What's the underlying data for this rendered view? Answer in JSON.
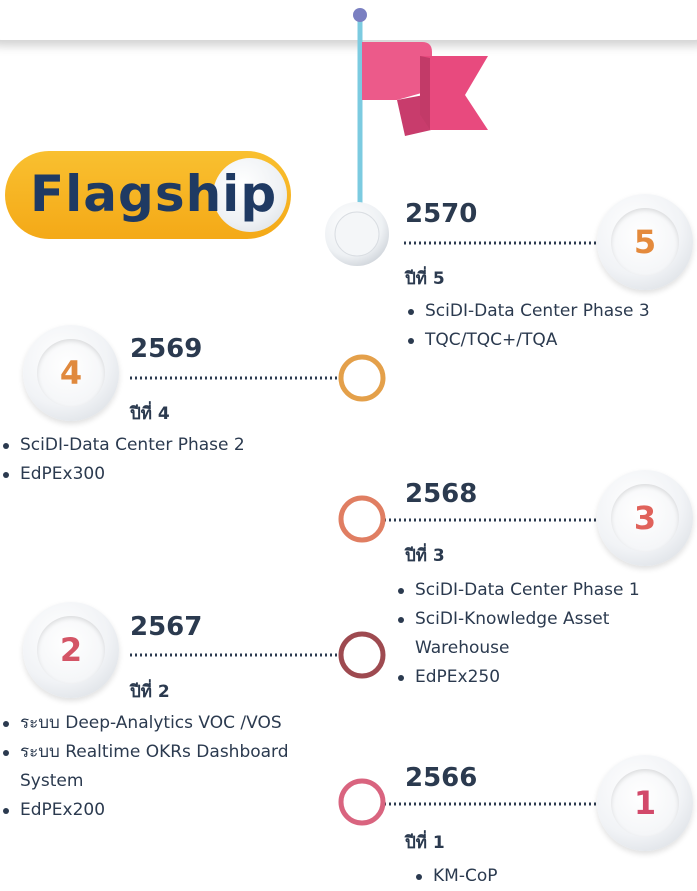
{
  "badge": {
    "text": "Flagship"
  },
  "colors": {
    "flag_pink": "#ec5a8a",
    "pole": "#7ccbe0",
    "pole_top_dot": "#7a7fc1",
    "badge_yellow": "#f5b11c",
    "badge_text": "#1f3a63",
    "text_dark": "#2b3a4f"
  },
  "milestones": [
    {
      "number": "5",
      "year": "2570",
      "label": "ปีที่ 5",
      "items": [
        "SciDI-Data Center Phase 3",
        "TQC/TQC+/TQA"
      ],
      "number_color": "#e48a3c",
      "ring_color": "#cfd4da"
    },
    {
      "number": "4",
      "year": "2569",
      "label": "ปีที่ 4",
      "items": [
        "SciDI-Data Center Phase 2",
        "EdPEx300"
      ],
      "number_color": "#e0893d",
      "ring_color": "#e4a04a"
    },
    {
      "number": "3",
      "year": "2568",
      "label": "ปีที่ 3",
      "items": [
        "SciDI-Data Center Phase 1",
        "SciDI-Knowledge Asset Warehouse",
        "EdPEx250"
      ],
      "number_color": "#e0625b",
      "ring_color": "#e07e62"
    },
    {
      "number": "2",
      "year": "2567",
      "label": "ปีที่ 2",
      "items": [
        "ระบบ Deep-Analytics VOC /VOS",
        "ระบบ Realtime OKRs Dashboard System",
        "EdPEx200"
      ],
      "number_color": "#d45566",
      "ring_color": "#9e4a50"
    },
    {
      "number": "1",
      "year": "2566",
      "label": "ปีที่ 1",
      "items": [
        "KM-CoP"
      ],
      "number_color": "#d2496a",
      "ring_color": "#d9647f"
    }
  ]
}
